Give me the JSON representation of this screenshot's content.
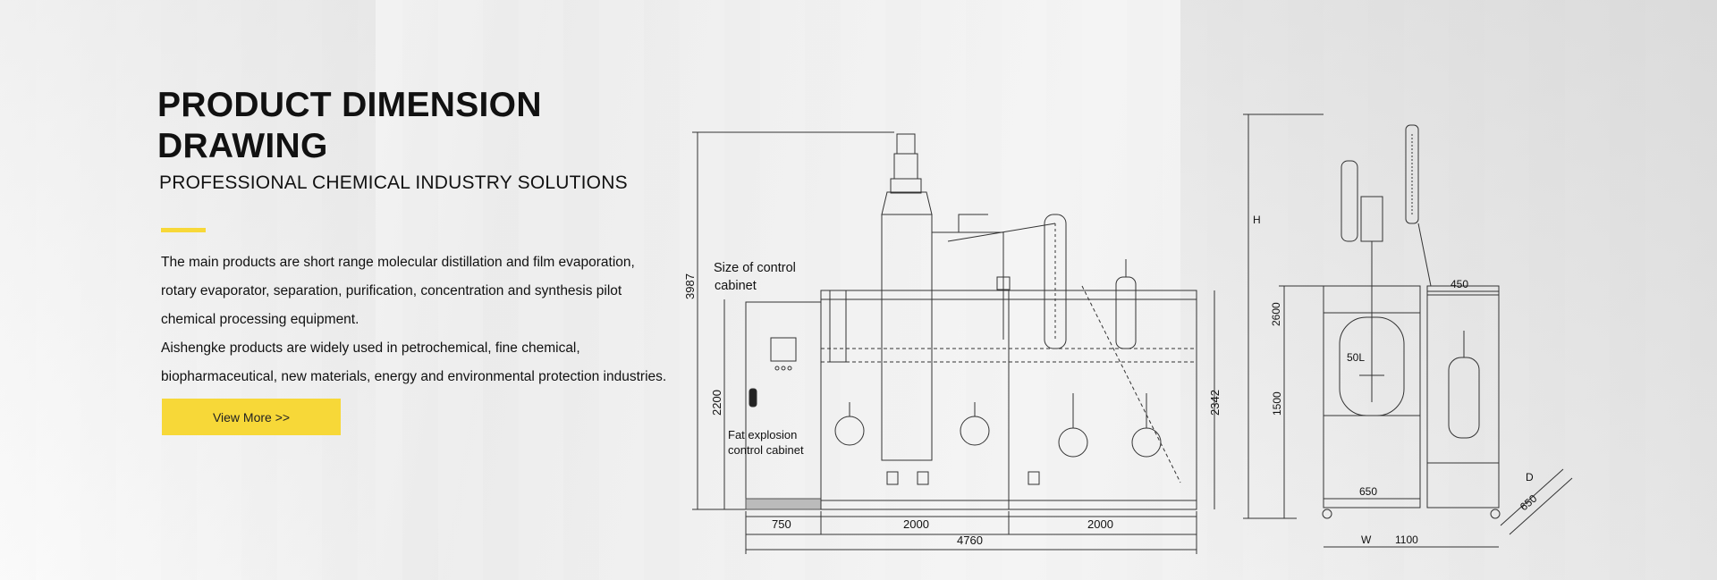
{
  "hero": {
    "title": "PRODUCT DIMENSION DRAWING",
    "subtitle": "PROFESSIONAL CHEMICAL INDUSTRY SOLUTIONS",
    "desc_lines": [
      "The main products are short range molecular distillation and film evaporation,",
      "rotary evaporator, separation, purification, concentration and synthesis pilot",
      "chemical processing equipment.",
      "Aishengke products are widely used in petrochemical, fine chemical,",
      "biopharmaceutical, new materials, energy and environmental protection industries."
    ],
    "button_label": "View More >>"
  },
  "drawing": {
    "cabinet_label_1": "Size of control",
    "cabinet_label_2": "cabinet",
    "fat_label_1": "Fat explosion",
    "fat_label_2": "control cabinet",
    "dims": {
      "height_total": "3987",
      "height_cabinet": "2200",
      "height_frame": "2342",
      "w1": "750",
      "w2": "2000",
      "w3": "2000",
      "w_total": "4760",
      "h_label": "H",
      "reactor_h": "2600",
      "reactor_h2": "1500",
      "reactor_w": "650",
      "side_w": "450",
      "w_label": "W",
      "base_w": "1100",
      "d_label": "D",
      "d_val": "650",
      "vessel_label": "50L"
    },
    "accent_color": "#f7d838",
    "line_color": "#333333"
  }
}
